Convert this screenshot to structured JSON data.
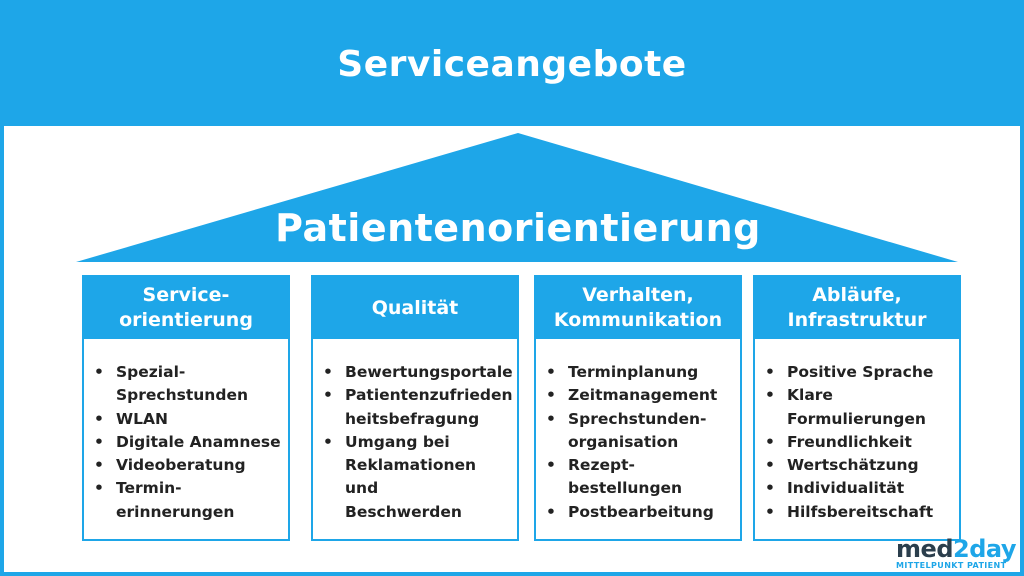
{
  "header": {
    "title": "Serviceangebote"
  },
  "roof": {
    "title": "Patientenorientierung"
  },
  "pillars": [
    {
      "title_line1": "Service-",
      "title_line2": "orientierung",
      "items": [
        "Spezial-",
        "Sprechstunden",
        "WLAN",
        "Digitale Anamnese",
        "Videoberatung",
        "Termin-",
        "erinnerungen"
      ]
    },
    {
      "title_line1": "Qualität",
      "title_line2": "",
      "items": [
        "Bewertungsportale",
        "Patientenzufrieden",
        "heitsbefragung",
        "Umgang bei",
        "Reklamationen und",
        "Beschwerden"
      ]
    },
    {
      "title_line1": "Verhalten,",
      "title_line2": "Kommunikation",
      "items": [
        "Terminplanung",
        "Zeitmanagement",
        "Sprechstunden-",
        "organisation",
        "Rezept-",
        "bestellungen",
        "Postbearbeitung"
      ]
    },
    {
      "title_line1": "Abläufe,",
      "title_line2": "Infrastruktur",
      "items": [
        "Positive Sprache",
        "Klare",
        "Formulierungen",
        "Freundlichkeit",
        "Wertschätzung",
        "Individualität",
        "Hilfsbereitschaft"
      ]
    }
  ],
  "logo": {
    "part1": "med",
    "part2": "2day",
    "tagline": "MITTELPUNKT PATIENT"
  },
  "colors": {
    "accent": "#1ea6e8",
    "text": "#222222",
    "logo_dark": "#2b3e4c"
  }
}
